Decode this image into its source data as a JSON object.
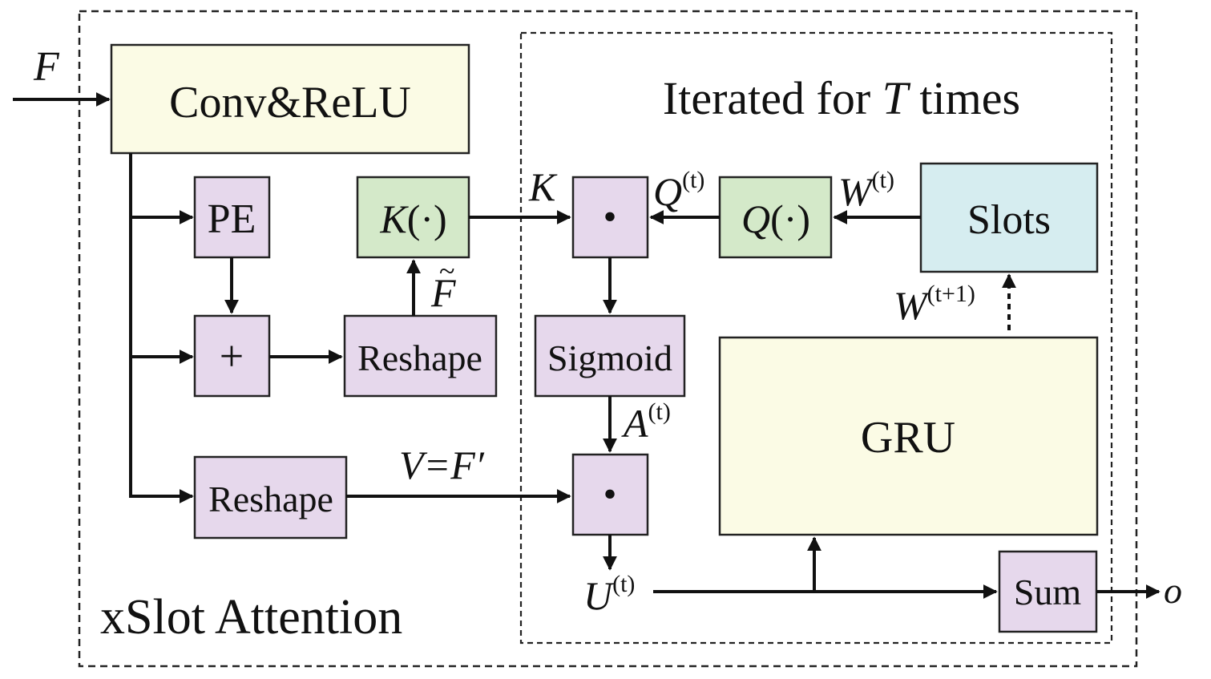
{
  "diagram": {
    "outer_label": "xSlot Attention",
    "inner_label_prefix": "Iterated for ",
    "inner_label_var": "T",
    "inner_label_suffix": " times",
    "input_label": "F",
    "output_label": "o",
    "blocks": {
      "conv": "Conv&ReLU",
      "pe": "PE",
      "plus": "+",
      "reshape_top": "Reshape",
      "reshape_bottom": "Reshape",
      "k_func_var": "K",
      "k_func_arg": "(·)",
      "q_func_var": "Q",
      "q_func_arg": "(·)",
      "dot_top": "•",
      "dot_bottom": "•",
      "sigmoid": "Sigmoid",
      "slots": "Slots",
      "gru": "GRU",
      "sum": "Sum"
    },
    "edge_labels": {
      "k": "K",
      "q": "Q",
      "q_sup": "(t)",
      "w": "W",
      "w_sup": "(t)",
      "w_next": "W",
      "w_next_sup": "(t+1)",
      "f_tilde": "F",
      "tilde": "~",
      "a": "A",
      "a_sup": "(t)",
      "v_eq_f": "V=F′",
      "u": "U",
      "u_sup": "(t)"
    }
  },
  "colors": {
    "outer_bg": "#dce7f3",
    "inner_bg": "#d7ebf8",
    "yellow_box": "#fbfbe5",
    "purple_box": "#e6d8ec",
    "green_box": "#d4e9c9",
    "teal_box": "#d6edf0"
  }
}
